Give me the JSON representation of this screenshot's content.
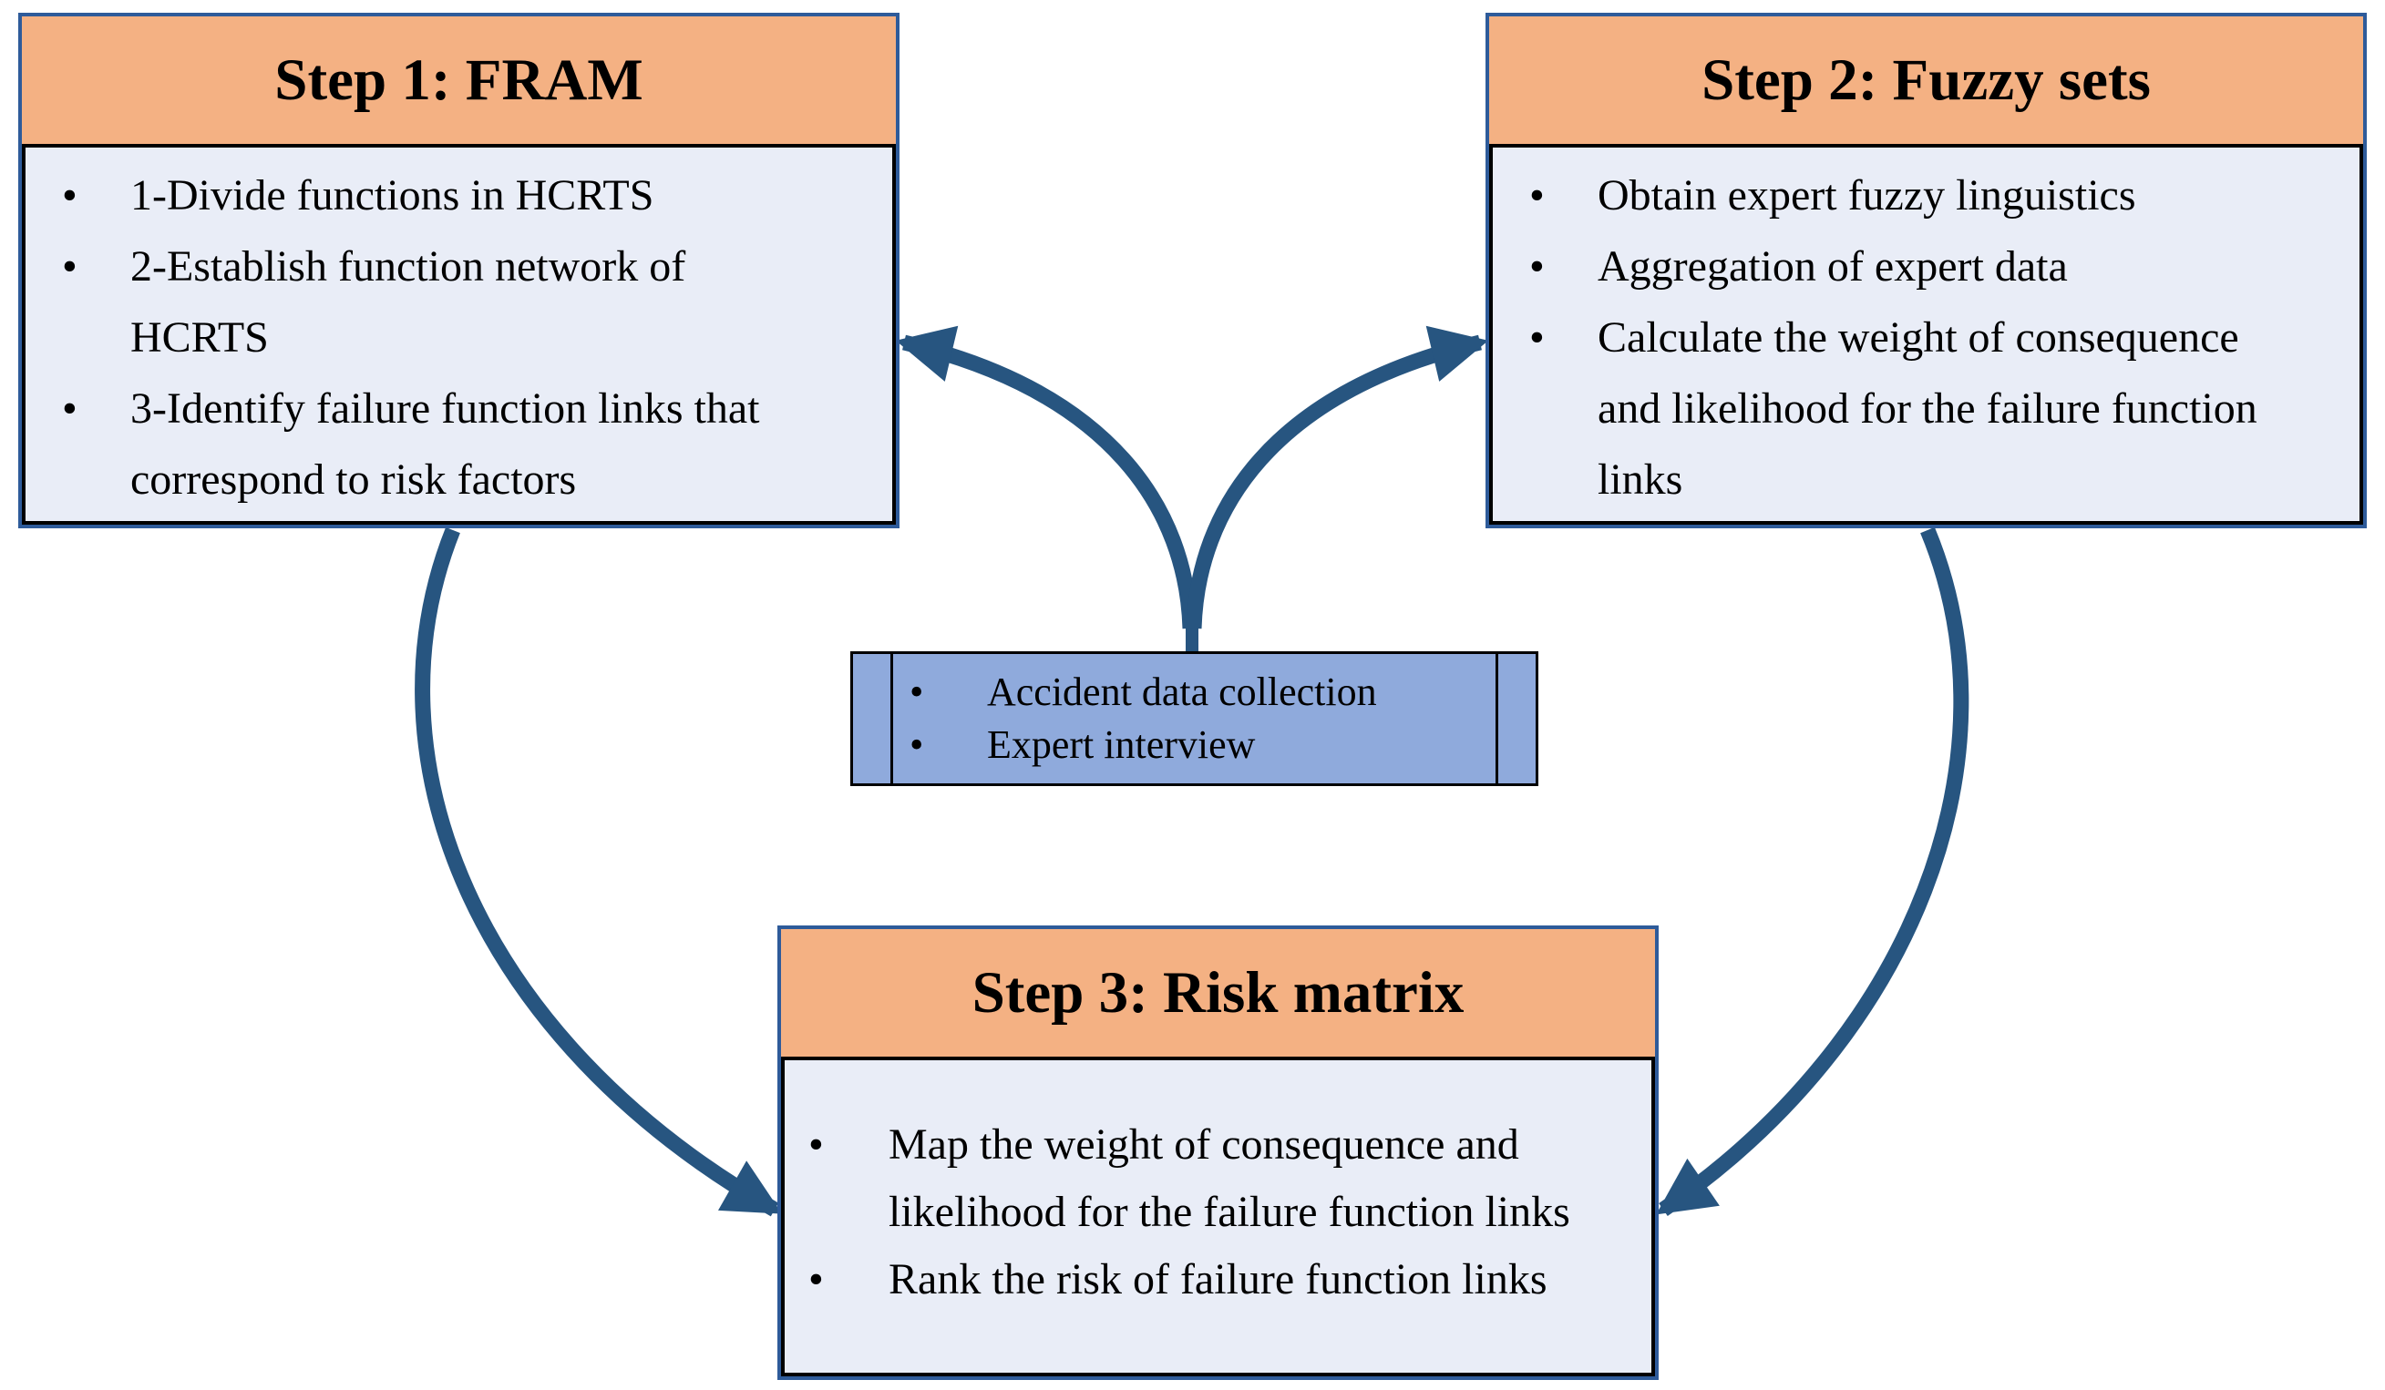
{
  "glyphs": {
    "bullet": "•"
  },
  "colors": {
    "background": "#ffffff",
    "header_fill": "#F4B183",
    "body_fill": "#E9EDF7",
    "center_fill": "#8FAADC",
    "outer_border_blue": "#2E5B9A",
    "inner_border_black": "#000000",
    "arrow_blue": "#275580",
    "text": "#000000"
  },
  "boxes": {
    "step1": {
      "title": "Step 1: FRAM",
      "items": [
        {
          "lines": [
            "1-Divide functions in HCRTS"
          ]
        },
        {
          "lines": [
            "2-Establish function network of",
            "HCRTS"
          ]
        },
        {
          "lines": [
            "3-Identify failure function links that",
            "correspond to risk factors"
          ]
        }
      ]
    },
    "step2": {
      "title": "Step 2: Fuzzy sets",
      "items": [
        {
          "lines": [
            "Obtain expert fuzzy linguistics"
          ]
        },
        {
          "lines": [
            "Aggregation of expert data"
          ]
        },
        {
          "lines": [
            "Calculate the weight of consequence",
            "and likelihood for the failure function",
            "links"
          ]
        }
      ]
    },
    "step3": {
      "title": "Step 3: Risk matrix",
      "items": [
        {
          "lines": [
            "Map the weight of consequence and",
            "likelihood for the failure function links"
          ]
        },
        {
          "lines": [
            "Rank the risk of failure function links"
          ]
        }
      ]
    },
    "center": {
      "items": [
        {
          "lines": [
            "Accident data collection"
          ]
        },
        {
          "lines": [
            "Expert interview"
          ]
        }
      ]
    }
  },
  "arrows": [
    {
      "name": "center-to-step1",
      "from": "data-sources-box",
      "to": "step1-box"
    },
    {
      "name": "center-to-step2",
      "from": "data-sources-box",
      "to": "step2-box"
    },
    {
      "name": "step1-to-step3",
      "from": "step1-box",
      "to": "step3-box"
    },
    {
      "name": "step2-to-step3",
      "from": "step2-box",
      "to": "step3-box"
    }
  ]
}
